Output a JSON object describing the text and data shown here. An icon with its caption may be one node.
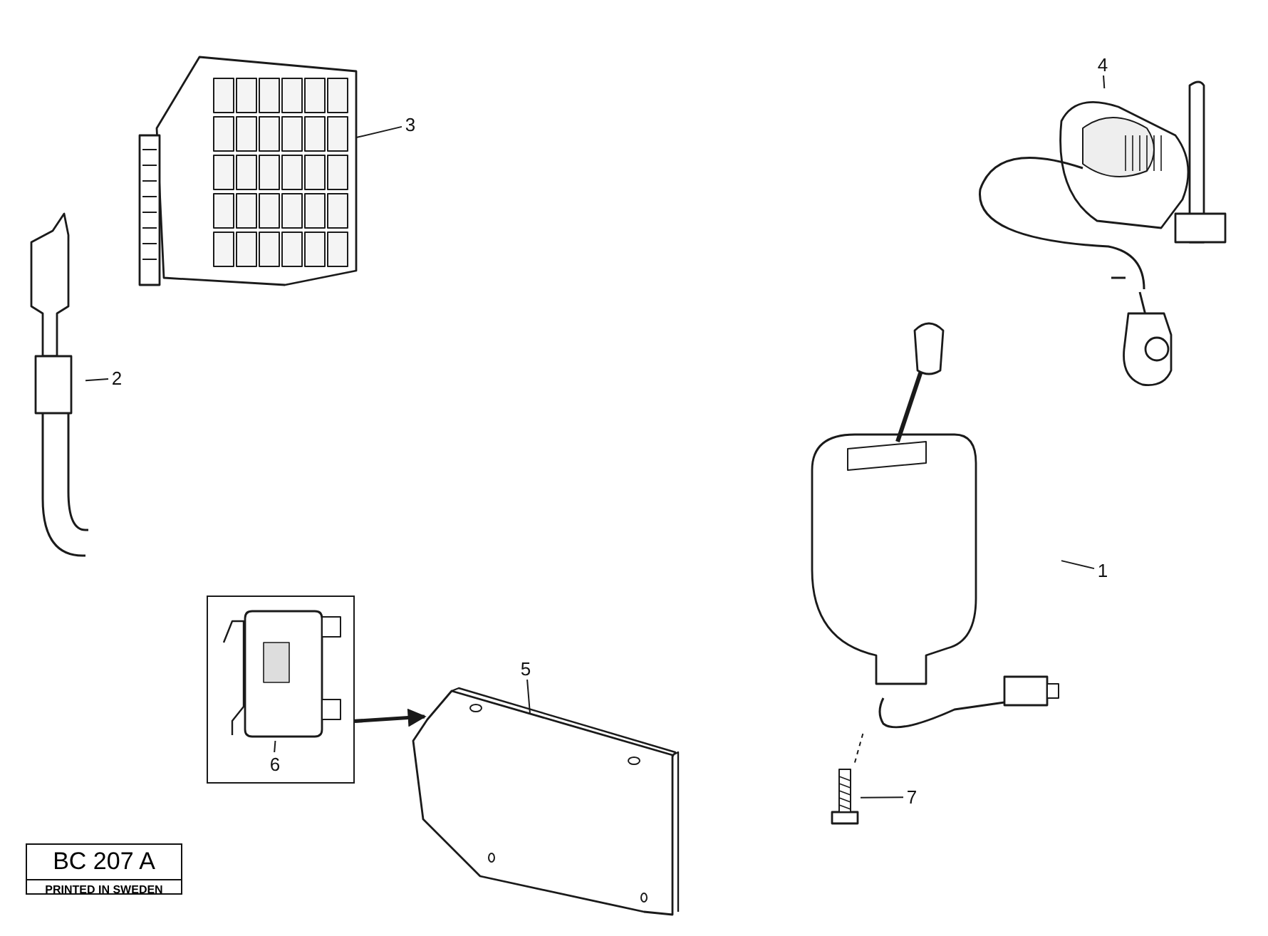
{
  "diagram": {
    "nodes": [
      {
        "text": [
          "3"
        ]
      },
      {
        "text": [],
        "shape": "picture"
      },
      {
        "text": [
          "4"
        ]
      },
      {
        "text": [],
        "shape": "picture"
      },
      {
        "text": [
          "2"
        ]
      },
      {
        "text": [],
        "shape": "picture"
      },
      {
        "text": [
          "1"
        ]
      },
      {
        "text": [],
        "shape": "picture"
      },
      {
        "text": [
          "5"
        ]
      },
      {
        "text": [],
        "shape": "picture"
      },
      {
        "text": [],
        "shape": "box"
      },
      {
        "text": [
          "6"
        ],
        "in": 10
      },
      {
        "text": [],
        "shape": "picture",
        "in": 10
      },
      {
        "text": [
          "7"
        ]
      },
      {
        "text": [],
        "shape": "picture"
      },
      {
        "text": [
          "BC 207 A",
          "PRINTED IN SWEDEN"
        ]
      }
    ],
    "edges": [
      {
        "from": 0,
        "to": 1,
        "arrow": "none"
      },
      {
        "from": 2,
        "to": 3,
        "arrow": "none"
      },
      {
        "from": 4,
        "to": 5,
        "arrow": "none"
      },
      {
        "from": 6,
        "to": 7,
        "arrow": "none"
      },
      {
        "from": 8,
        "to": 9,
        "arrow": "none"
      },
      {
        "from": 11,
        "to": 12,
        "arrow": "none"
      },
      {
        "from": 13,
        "to": 14,
        "arrow": "none"
      },
      {
        "from": 10,
        "to": 9,
        "arrow": "to",
        "style": "thick"
      },
      {
        "from": 7,
        "to": 14,
        "arrow": "none",
        "style": "dashed"
      }
    ]
  }
}
